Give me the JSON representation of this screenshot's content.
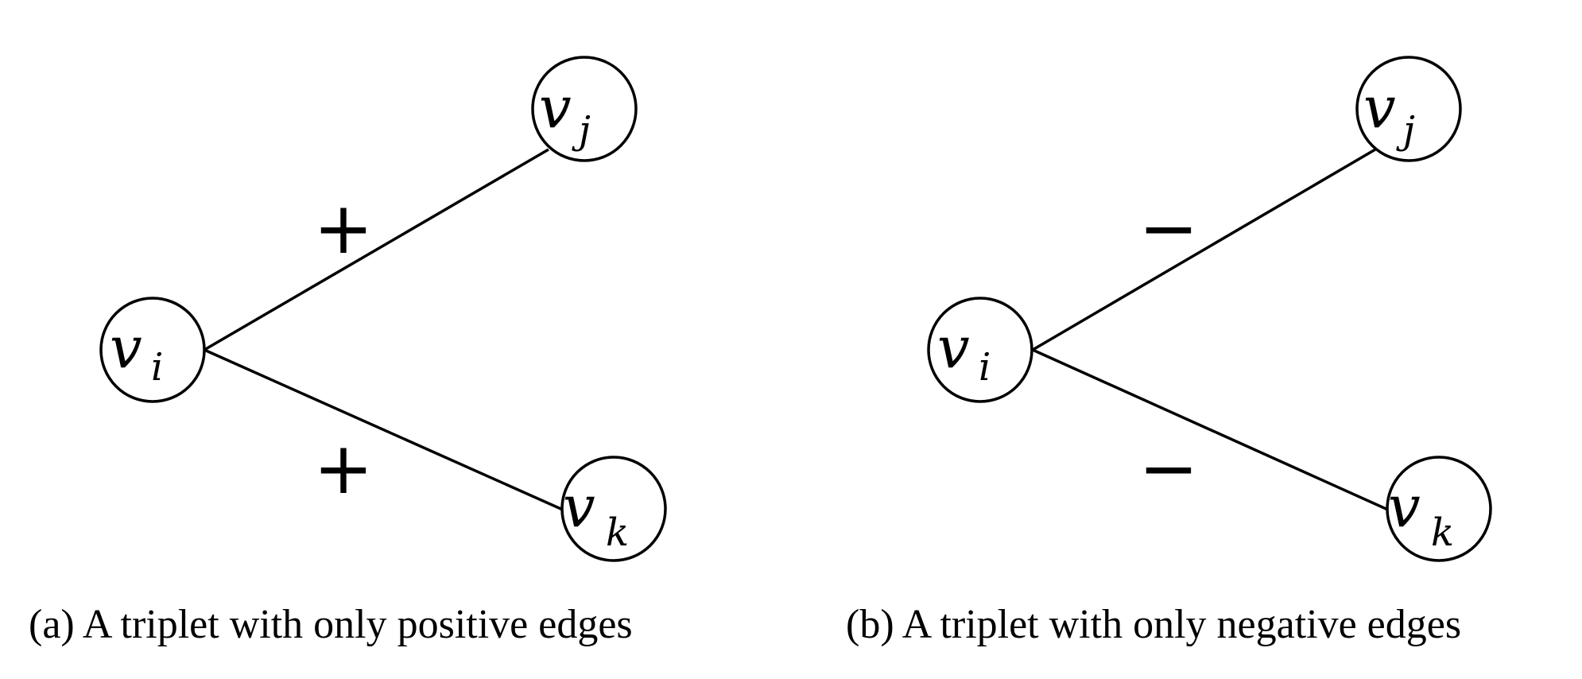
{
  "panels": [
    {
      "caption": "(a) A triplet with only positive edges",
      "nodes": {
        "i": {
          "main": "v",
          "sub": "i"
        },
        "j": {
          "main": "v",
          "sub": "j"
        },
        "k": {
          "main": "v",
          "sub": "k"
        }
      },
      "edges": {
        "ij": {
          "sign": "+"
        },
        "ik": {
          "sign": "+"
        }
      }
    },
    {
      "caption": "(b) A triplet with only negative edges",
      "nodes": {
        "i": {
          "main": "v",
          "sub": "i"
        },
        "j": {
          "main": "v",
          "sub": "j"
        },
        "k": {
          "main": "v",
          "sub": "k"
        }
      },
      "edges": {
        "ij": {
          "sign": "−"
        },
        "ik": {
          "sign": "−"
        }
      }
    }
  ]
}
